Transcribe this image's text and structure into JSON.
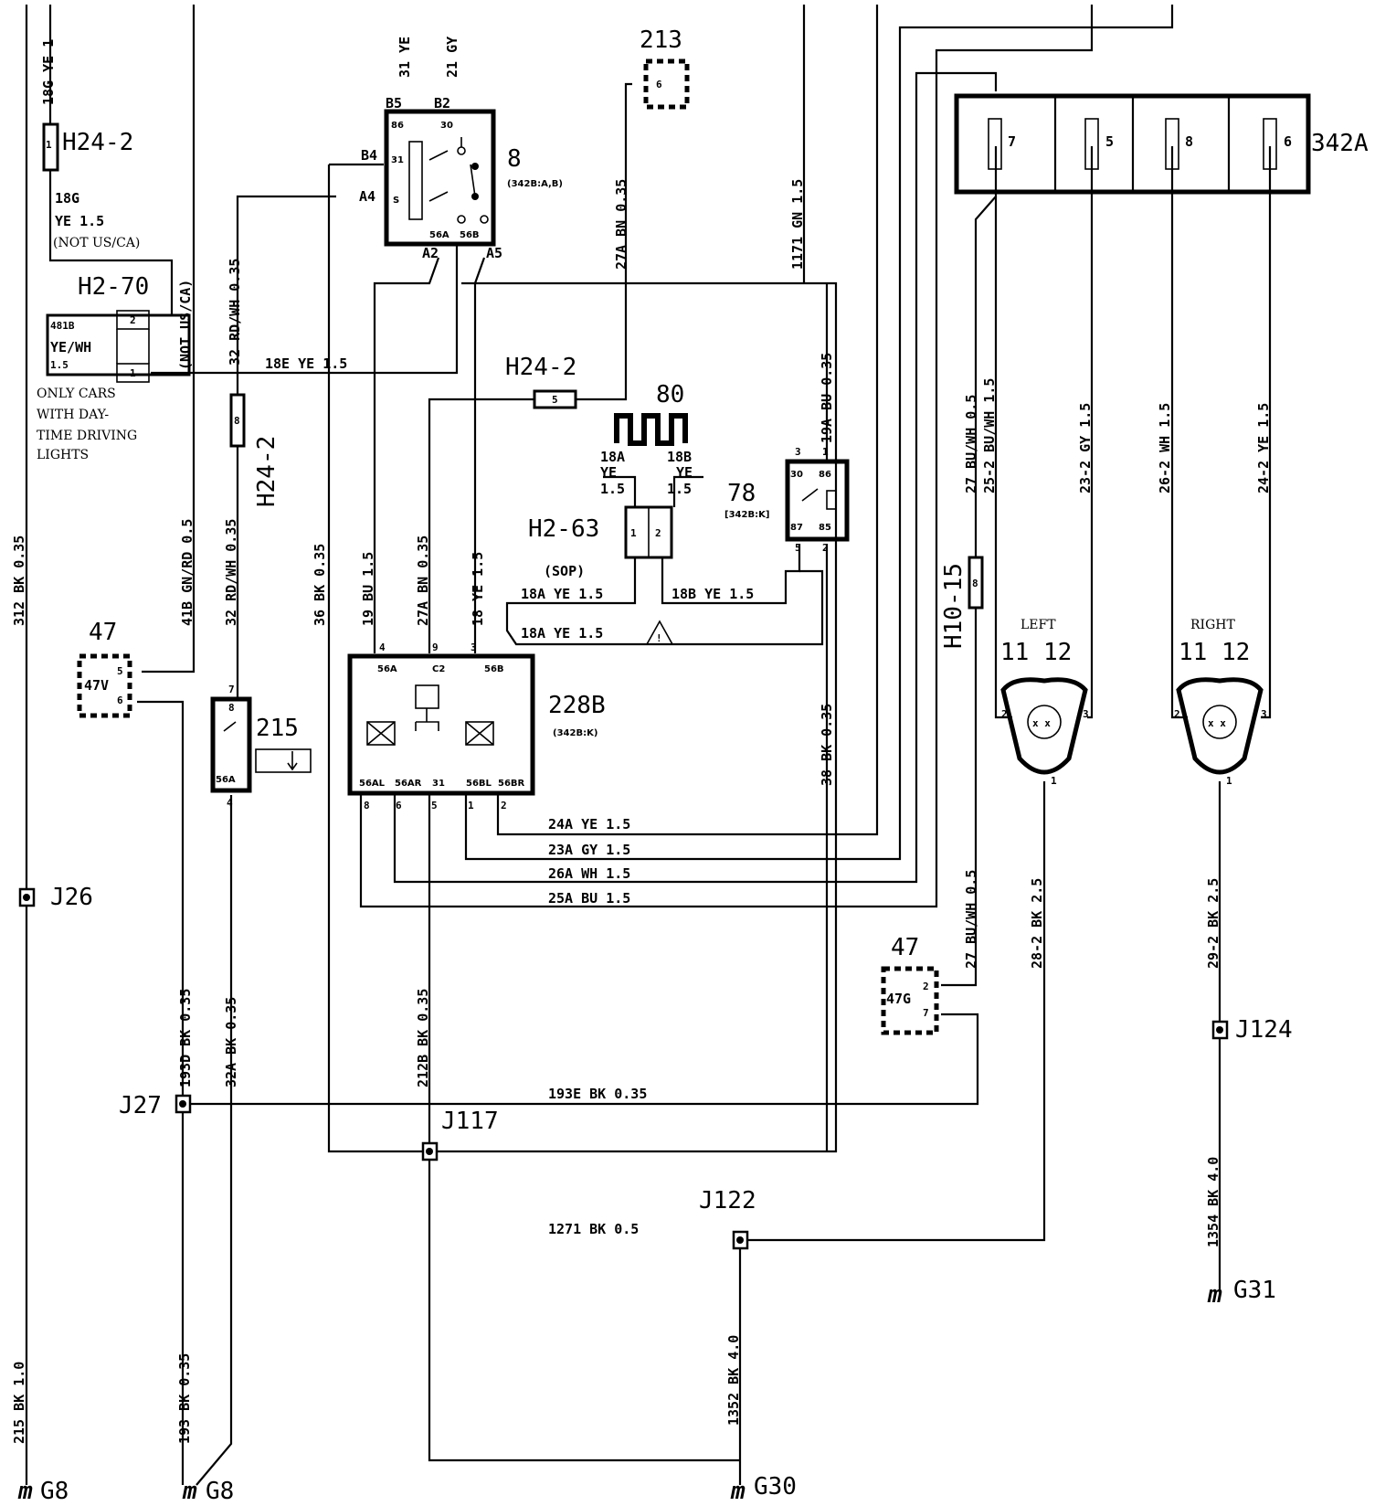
{
  "components": {
    "c213": "213",
    "c213_pin": "6",
    "c8": "8",
    "c8_sub": "(342B:A,B)",
    "c8_pins": {
      "b5": "B5",
      "b2": "B2",
      "b4": "B4",
      "a4": "A4",
      "a2": "A2",
      "a5": "A5",
      "p86": "86",
      "p30": "30",
      "p31": "31",
      "ps": "S",
      "p56a": "56A",
      "p56b": "56B"
    },
    "c80": "80",
    "c80_left": {
      "id": "18A",
      "color": "YE",
      "size": "1.5"
    },
    "c80_right": {
      "id": "18B",
      "color": "YE",
      "size": "1.5"
    },
    "c78": "78",
    "c78_sub": "[342B:K]",
    "c78_pins": {
      "p30": "30",
      "p86": "86",
      "p87": "87",
      "p85": "85",
      "n3": "3",
      "n1": "1",
      "n5": "5",
      "n2": "2"
    },
    "c228b": "228B",
    "c228b_sub": "(342B:K)",
    "c228b_top_pins": {
      "p56a": "56A",
      "pc2": "C2",
      "p56b": "56B",
      "n4": "4",
      "n9": "9",
      "n3": "3"
    },
    "c228b_bot_pins": {
      "p56al": "56AL",
      "p56ar": "56AR",
      "p31": "31",
      "p56bl": "56BL",
      "p56br": "56BR",
      "n8": "8",
      "n6": "6",
      "n5": "5",
      "n1": "1",
      "n2": "2"
    },
    "c215": "215",
    "c215_pins": {
      "n7": "7",
      "n8": "8",
      "p56a": "56A",
      "n4": "4"
    },
    "c47_left": "47",
    "c47_left_inner": "47V",
    "c47_left_pins": {
      "n5": "5",
      "n6": "6"
    },
    "c47_right": "47",
    "c47_right_inner": "47G",
    "c47_right_pins": {
      "n2": "2",
      "n7": "7"
    },
    "c342a": "342A",
    "fuses": [
      "7",
      "5",
      "8",
      "6"
    ],
    "lamp_left": {
      "label": "LEFT",
      "nums": "11 12",
      "p2": "2",
      "p3": "3",
      "p1": "1"
    },
    "lamp_right": {
      "label": "RIGHT",
      "nums": "11 12",
      "p2": "2",
      "p3": "3",
      "p1": "1"
    }
  },
  "connectors": {
    "h24_2_top": "H24-2",
    "h24_2_top_pin": "1",
    "h2_70": "H2-70",
    "h2_70_pins": [
      "2",
      "1"
    ],
    "h2_70_wire": {
      "id": "481B",
      "color": "YE/WH",
      "size": "1.5"
    },
    "h24_2_mid": "H24-2",
    "h24_2_mid_pin": "5",
    "h24_2_vert": "H24-2",
    "h24_2_vert_pin": "8",
    "h2_63": "H2-63",
    "h2_63_pins": [
      "1",
      "2"
    ],
    "h2_63_note": "(SOP)",
    "h10_15": "H10-15",
    "h10_15_pin": "8"
  },
  "notes": {
    "only_cars": [
      "ONLY CARS",
      "WITH DAY-",
      "TIME DRIVING",
      "LIGHTS"
    ],
    "not_usca_1": "(NOT US/CA)",
    "not_usca_2": "(NOT US/CA)",
    "caution": "!"
  },
  "wires": {
    "w18g_ye_top": "18G YE 1",
    "w18g": "18G",
    "w18g_size": "YE 1.5",
    "w31_ye": "31 YE",
    "w21_gy": "21 GY",
    "w32_rdwh_top": "32 RD/WH 0.35",
    "w27a_bn_top": "27A BN 0.35",
    "w1171_gn": "1171 GN 1.5",
    "w18e_ye": "18E YE 1.5",
    "w312_bk": "312 BK 0.35",
    "w41b": "41B GN/RD 0.5",
    "w32_rdwh_mid": "32 RD/WH 0.35",
    "w36_bk": "36 BK 0.35",
    "w19_bu": "19 BU 1.5",
    "w27a_bn_mid": "27A BN 0.35",
    "w18_ye": "18 YE 1.5",
    "w19a_bu": "19A BU 0.35",
    "w18a_ye_1": "18A YE 1.5",
    "w18b_ye": "18B YE 1.5",
    "w18a_ye_2": "18A YE 1.5",
    "w38_bk": "38 BK 0.35",
    "w27_buwh": "27 BU/WH 0.5",
    "w25_2_buwh": "25-2 BU/WH 1.5",
    "w23_2_gy": "23-2 GY 1.5",
    "w26_2_wh": "26-2 WH 1.5",
    "w24_2_ye": "24-2 YE 1.5",
    "w24a_ye": "24A YE 1.5",
    "w23a_gy": "23A GY 1.5",
    "w26a_wh": "26A WH 1.5",
    "w25a_bu": "25A BU 1.5",
    "w27_buwh_low": "27 BU/WH 0.5",
    "w28_2_bk": "28-2 BK 2.5",
    "w29_2_bk": "29-2 BK 2.5",
    "w193d_bk": "193D BK 0.35",
    "w32a_bk": "32A BK 0.35",
    "w212b_bk": "212B BK 0.35",
    "w193e_bk": "193E BK 0.35",
    "w1271_bk": "1271 BK 0.5",
    "w1354_bk": "1354 BK 4.0",
    "w215_bk": "215 BK 1.0",
    "w193_bk": "193 BK 0.35",
    "w1352_bk": "1352 BK 4.0"
  },
  "junctions": {
    "j26": "J26",
    "j27": "J27",
    "j117": "J117",
    "j122": "J122",
    "j124": "J124"
  },
  "grounds": {
    "g8a": "G8",
    "g8b": "G8",
    "g30": "G30",
    "g31": "G31",
    "mark": "m"
  }
}
